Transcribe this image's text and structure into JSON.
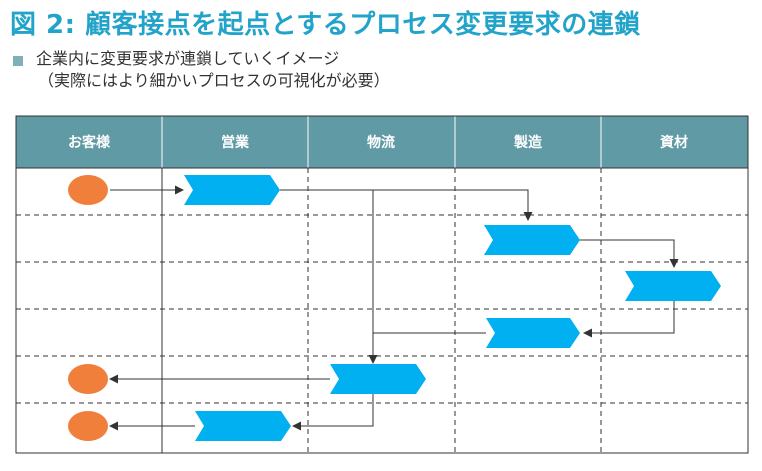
{
  "title": "図 2: 顧客接点を起点とするプロセス変更要求の連鎖",
  "description": {
    "line1": "企業内に変更要求が連鎖していくイメージ",
    "line2": "（実際にはより細かいプロセスの可視化が必要）"
  },
  "lanes": [
    "お客様",
    "営業",
    "物流",
    "製造",
    "資材"
  ],
  "colors": {
    "title": "#22a3c9",
    "header_fill": "#5f9aa5",
    "bullet": "#7fb0b8",
    "process": "#00b0f0",
    "customer": "#f07f3c",
    "connector": "#333333"
  },
  "shapes": {
    "customer": "orange-ellipse",
    "process": "blue-chevron"
  }
}
